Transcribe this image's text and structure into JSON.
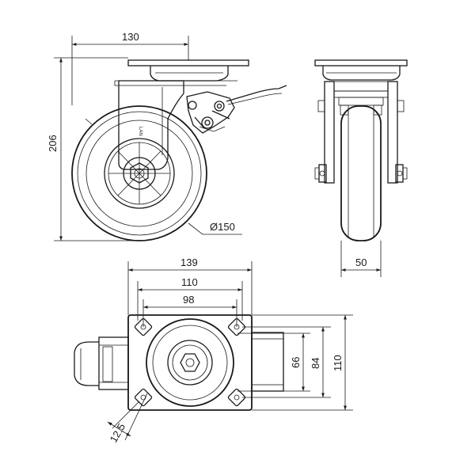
{
  "dimensions": {
    "plate_width_side": "130",
    "overall_height": "206",
    "wheel_diameter": "Ø150",
    "wheel_width": "50",
    "plate_length": "139",
    "hole_spacing_outer_x": "110",
    "hole_spacing_inner_x": "98",
    "hole_spacing_inner_y": "66",
    "hole_spacing_outer_y": "84",
    "plate_width": "110",
    "hole_slot": "12.5"
  },
  "brand_mark": "LAN"
}
